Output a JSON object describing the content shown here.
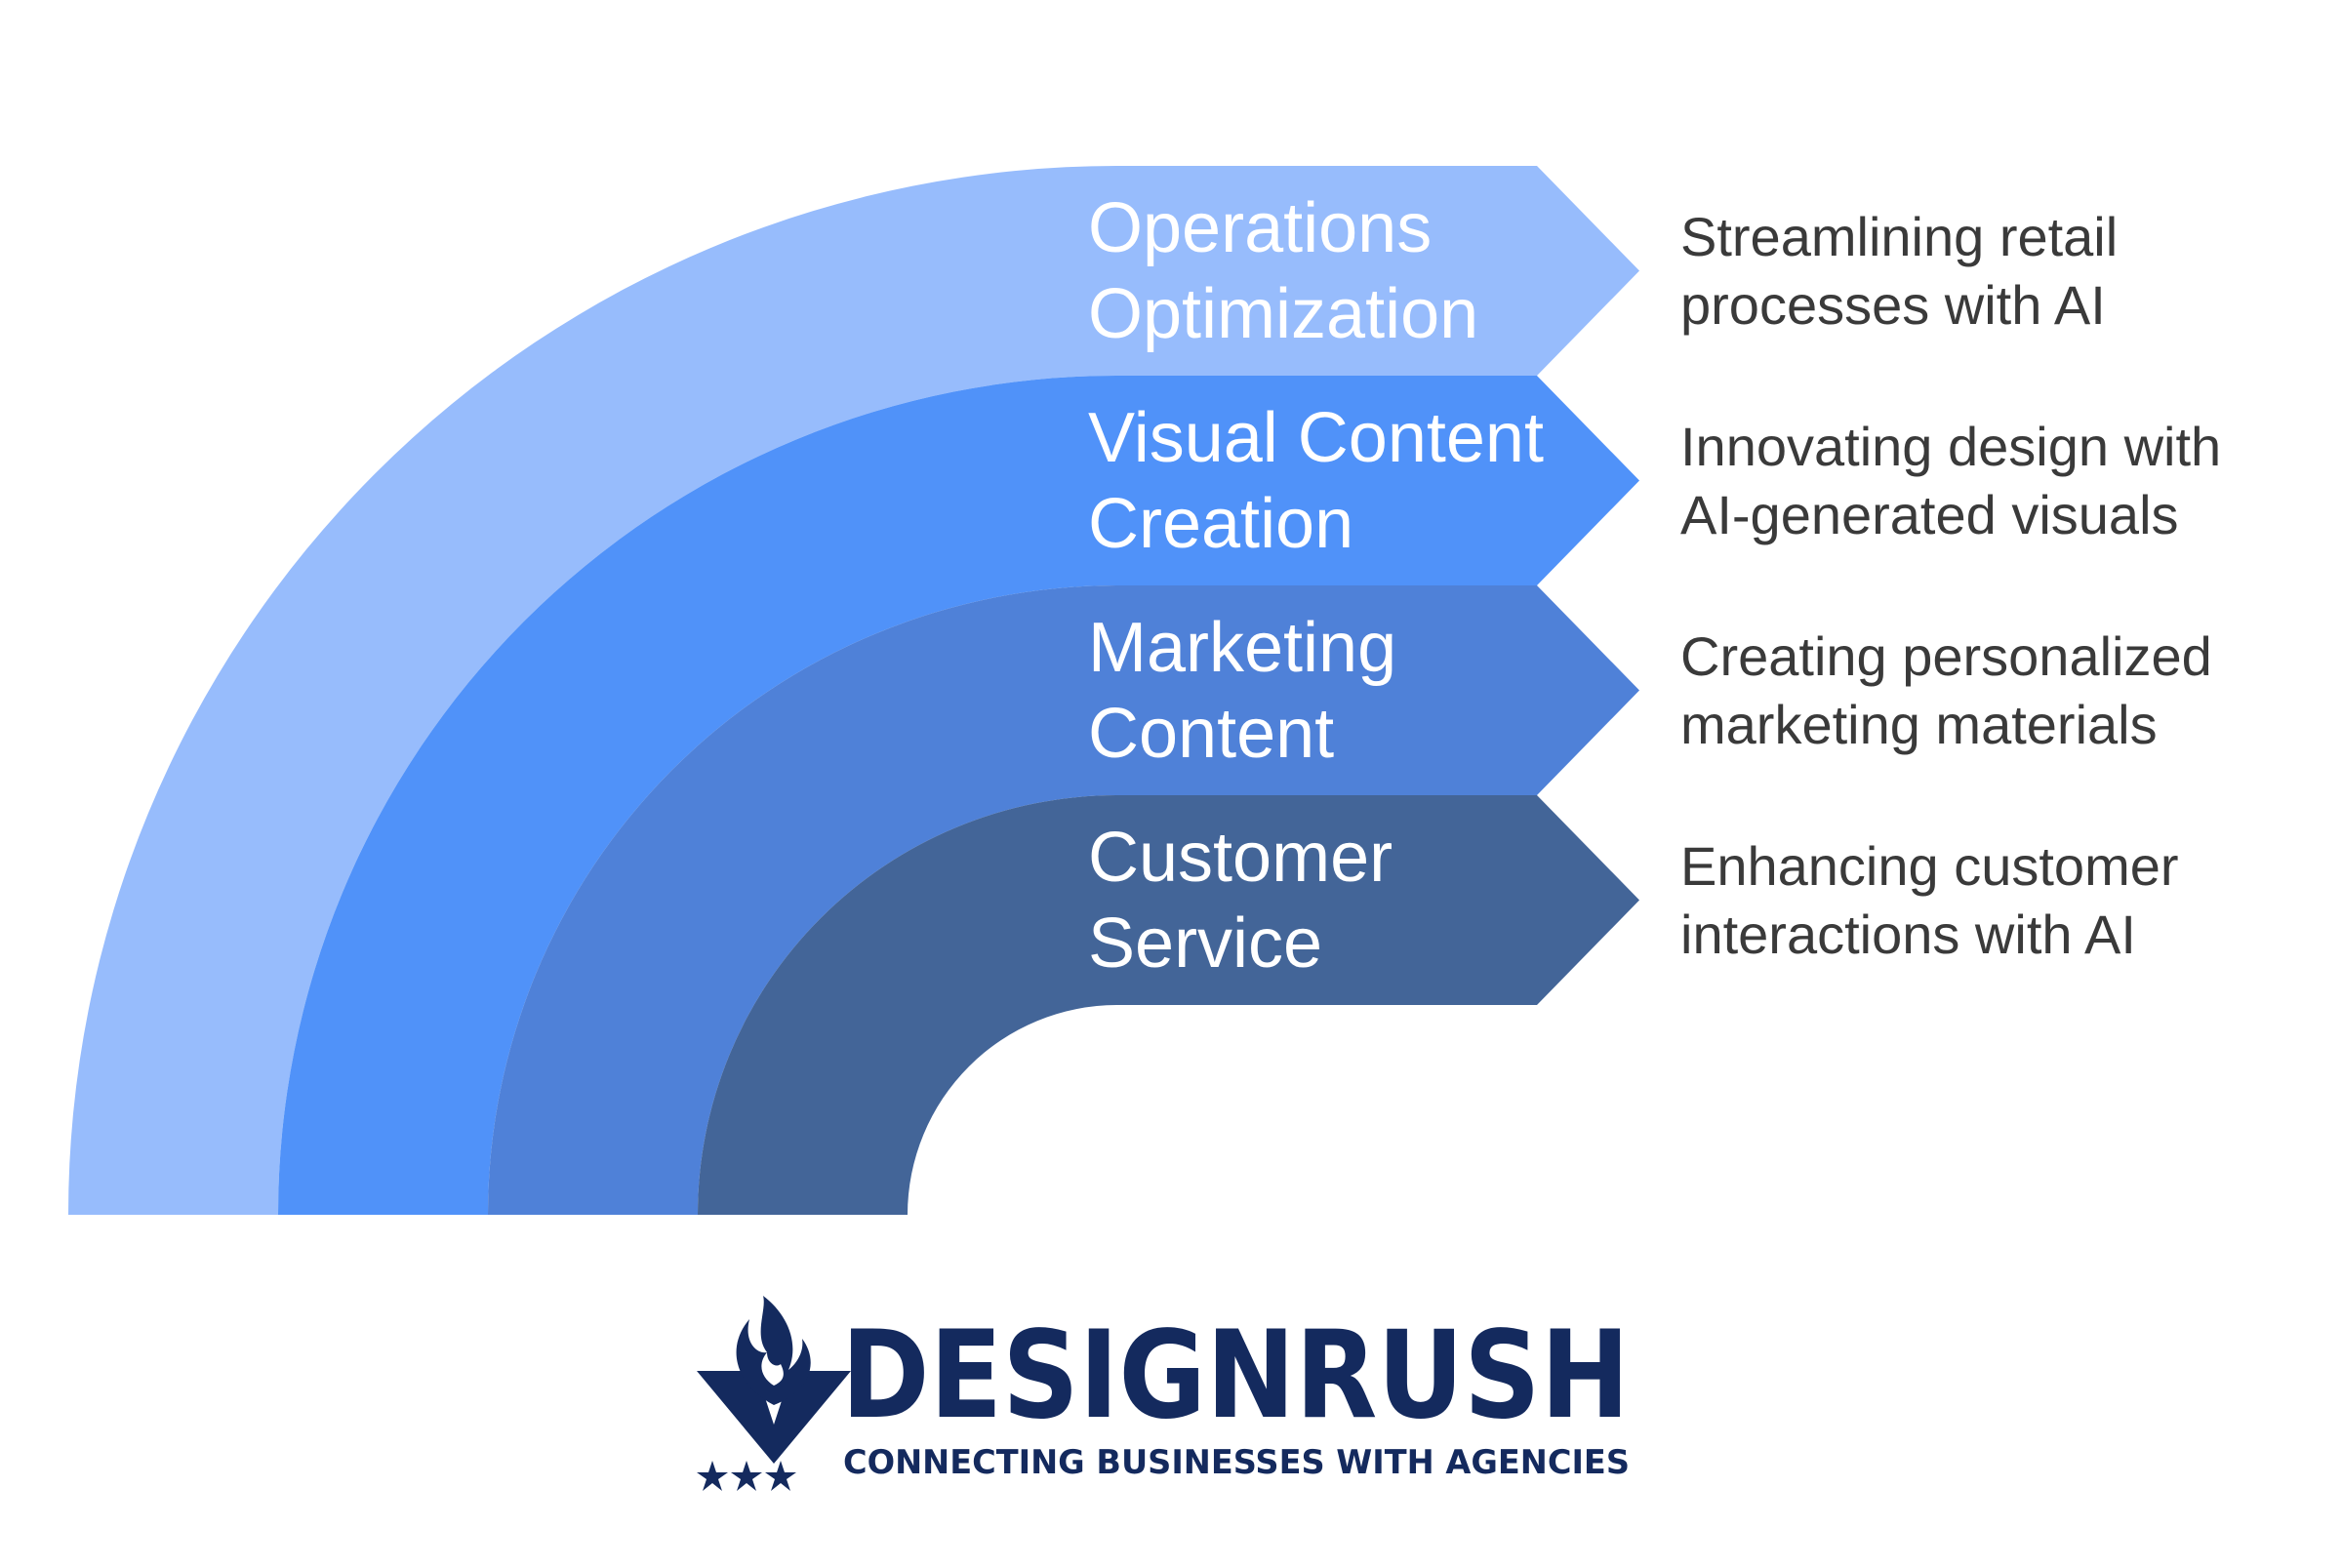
{
  "bands": [
    {
      "label_lines": [
        "Operations",
        "Optimization"
      ],
      "description_lines": [
        "Streamlining retail",
        "processes with AI"
      ],
      "color": "#97bcfc"
    },
    {
      "label_lines": [
        "Visual Content",
        "Creation"
      ],
      "description_lines": [
        "Innovating design with",
        "AI-generated visuals"
      ],
      "color": "#5092f9"
    },
    {
      "label_lines": [
        "Marketing",
        "Content"
      ],
      "description_lines": [
        "Creating personalized",
        "marketing materials"
      ],
      "color": "#4f81d8"
    },
    {
      "label_lines": [
        "Customer",
        "Service"
      ],
      "description_lines": [
        "Enhancing customer",
        "interactions with AI"
      ],
      "color": "#436598"
    }
  ],
  "logo": {
    "name": "DESIGNRUSH",
    "tagline": "CONNECTING BUSINESSES WITH AGENCIES",
    "color": "#142a5e",
    "icon": "flame-v-logo-icon"
  }
}
